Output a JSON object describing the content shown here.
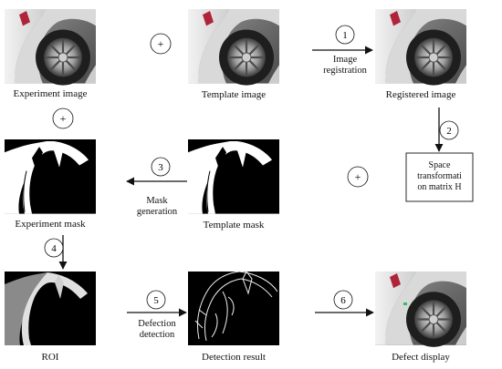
{
  "nodes": {
    "experiment_image": "Experiment image",
    "template_image": "Template image",
    "registered_image": "Registered image",
    "experiment_mask": "Experiment mask",
    "template_mask": "Template mask",
    "roi": "ROI",
    "detection_result": "Detection result",
    "defect_display": "Defect display"
  },
  "steps": [
    {
      "number": "1",
      "label": "Image\nregistration"
    },
    {
      "number": "2",
      "label": ""
    },
    {
      "number": "3",
      "label": "Mask\ngeneration"
    },
    {
      "number": "4",
      "label": ""
    },
    {
      "number": "5",
      "label": "Defection\ndetection"
    },
    {
      "number": "6",
      "label": ""
    }
  ],
  "transform_box": "Space\ntransformati\non matrix H",
  "plus_symbol": "+",
  "colors": {
    "arrow": "#111111",
    "mask_bg": "#000000",
    "photo_bg": "#7a7a7a"
  }
}
